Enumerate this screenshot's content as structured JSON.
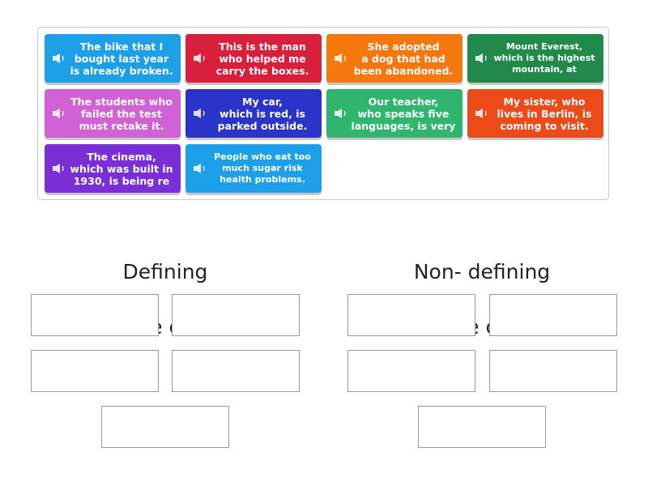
{
  "cards": [
    {
      "text": "The bike that I\nbought last year\nis already broken.",
      "color": "#1ea0e8"
    },
    {
      "text": "This is the man\nwho helped me\ncarry the boxes.",
      "color": "#d81f3c"
    },
    {
      "text": "She adopted\na dog that had\nbeen abandoned.",
      "color": "#f5780e"
    },
    {
      "text": "Mount Everest,\nwhich is the highest\nmountain, at",
      "color": "#21894a"
    },
    {
      "text": "The students who\nfailed the test\nmust retake it.",
      "color": "#d062d6"
    },
    {
      "text": "My car,\nwhich is red, is\nparked outside.",
      "color": "#2a34c8"
    },
    {
      "text": "Our teacher,\nwho speaks five\nlanguages, is very",
      "color": "#2fb56e"
    },
    {
      "text": "My sister, who\nlives in Berlin, is\ncoming to visit.",
      "color": "#ec4a18"
    },
    {
      "text": "The cinema,\nwhich was built in\n1930, is being re",
      "color": "#7a2fd6"
    },
    {
      "text": "People who eat too\nmuch sugar risk\nhealth problems.",
      "color": "#1ea0e8"
    }
  ],
  "groups": [
    {
      "title_line1": "Defining",
      "title_line2": "relative clauses"
    },
    {
      "title_line1": "Non- defining",
      "title_line2": "relative clauses"
    }
  ]
}
